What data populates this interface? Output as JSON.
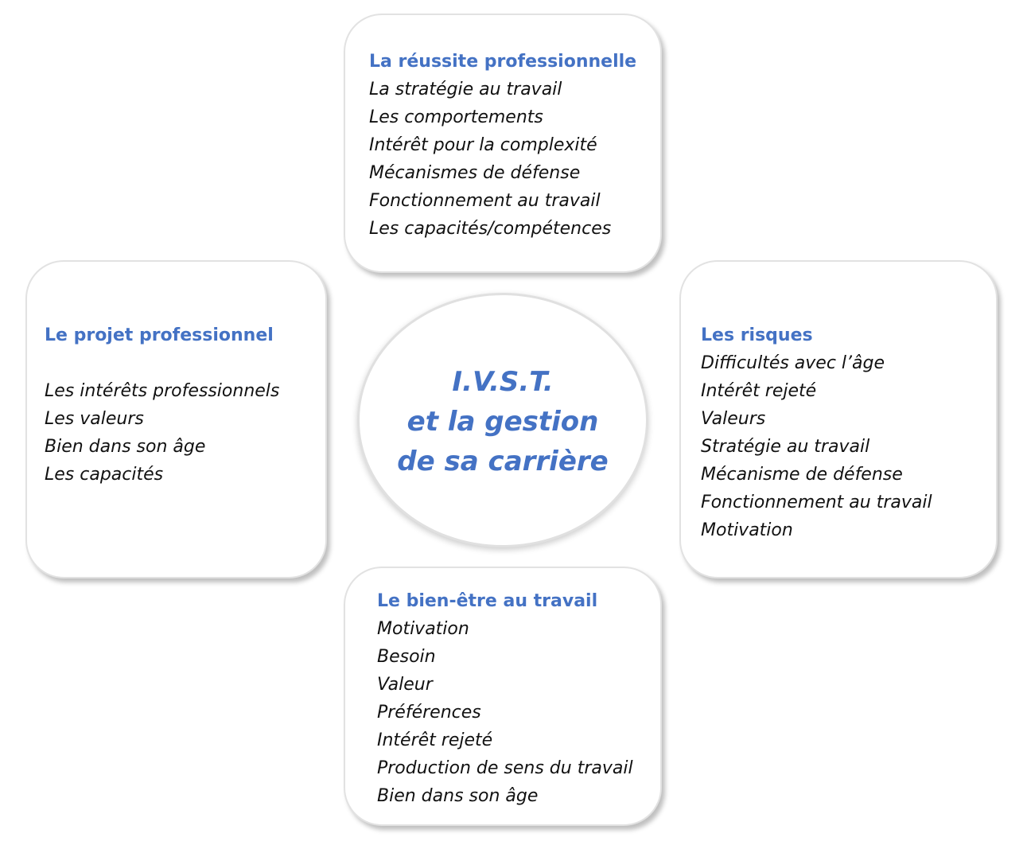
{
  "center": {
    "lines": [
      "I.V.S.T.",
      "et la gestion",
      "de sa carrière"
    ]
  },
  "top": {
    "title": "La réussite professionnelle",
    "items": [
      "La stratégie au travail",
      "Les comportements",
      "Intérêt pour la complexité",
      "Mécanismes de défense",
      "Fonctionnement au travail",
      "Les capacités/compétences"
    ]
  },
  "left": {
    "title": "Le projet professionnel",
    "items": [
      "Les intérêts professionnels",
      "Les valeurs",
      "Bien dans son âge",
      "Les capacités"
    ]
  },
  "right": {
    "title": "Les risques",
    "items": [
      "Difficultés avec l’âge",
      "Intérêt rejeté",
      "Valeurs",
      "Stratégie au travail",
      "Mécanisme de défense",
      "Fonctionnement au travail",
      "Motivation"
    ]
  },
  "bottom": {
    "title": "Le bien-être au travail",
    "items": [
      "Motivation",
      "Besoin",
      "Valeur",
      "Préférences",
      "Intérêt rejeté",
      "Production de sens du travail",
      "Bien dans son âge"
    ]
  },
  "colors": {
    "accent": "#4472C4",
    "text": "#111111"
  }
}
